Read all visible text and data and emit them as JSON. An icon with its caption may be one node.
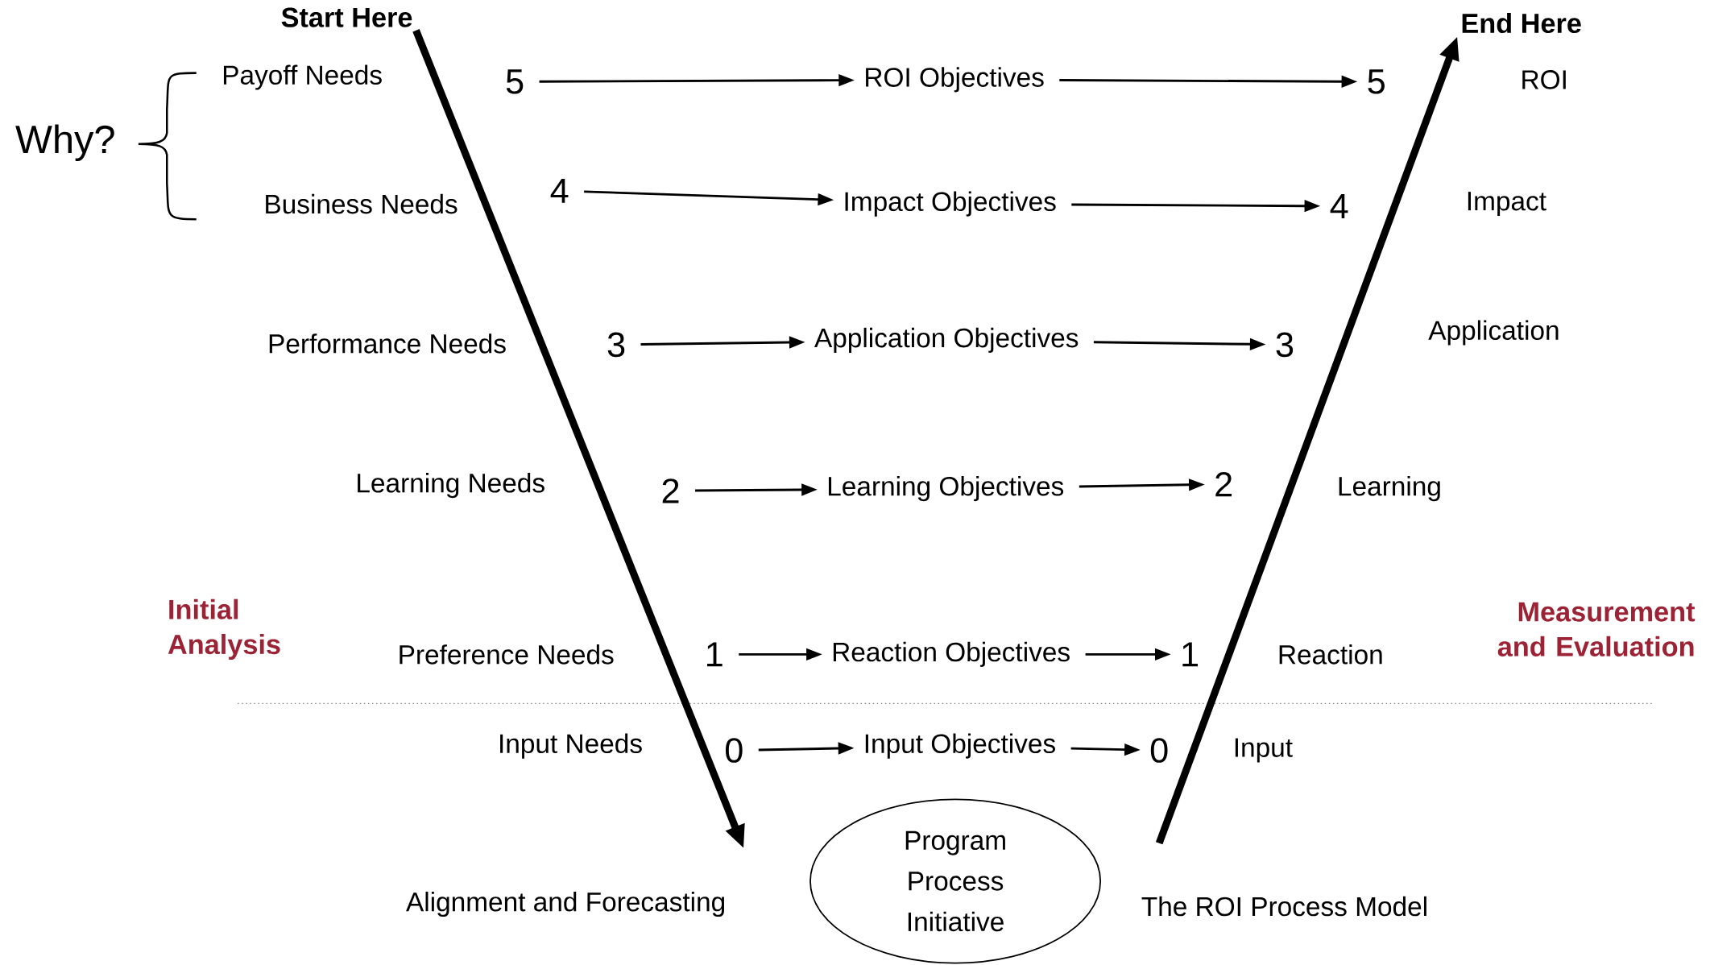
{
  "diagram": {
    "nodes": [
      {
        "text": [
          "Start Here"
        ]
      },
      {
        "text": [
          "End Here"
        ]
      },
      {
        "text": [
          "5"
        ]
      },
      {
        "text": [
          "ROI Objectives"
        ]
      },
      {
        "text": [
          "5"
        ]
      },
      {
        "text": [
          "4"
        ]
      },
      {
        "text": [
          "Impact Objectives"
        ]
      },
      {
        "text": [
          "4"
        ]
      },
      {
        "text": [
          "3"
        ]
      },
      {
        "text": [
          "Application Objectives"
        ]
      },
      {
        "text": [
          "3"
        ]
      },
      {
        "text": [
          "2"
        ]
      },
      {
        "text": [
          "Learning Objectives"
        ]
      },
      {
        "text": [
          "2"
        ]
      },
      {
        "text": [
          "1"
        ]
      },
      {
        "text": [
          "Reaction Objectives"
        ]
      },
      {
        "text": [
          "1"
        ]
      },
      {
        "text": [
          "0"
        ]
      },
      {
        "text": [
          "Input Objectives"
        ]
      },
      {
        "text": [
          "0"
        ]
      },
      {
        "text": [
          "Program Process Initiative"
        ]
      }
    ],
    "edges": [
      {
        "from": 2,
        "to": 3,
        "arrow": "to"
      },
      {
        "from": 3,
        "to": 4,
        "arrow": "to"
      },
      {
        "from": 5,
        "to": 6,
        "arrow": "to"
      },
      {
        "from": 6,
        "to": 7,
        "arrow": "to"
      },
      {
        "from": 8,
        "to": 9,
        "arrow": "to"
      },
      {
        "from": 9,
        "to": 10,
        "arrow": "to"
      },
      {
        "from": 11,
        "to": 12,
        "arrow": "to"
      },
      {
        "from": 12,
        "to": 13,
        "arrow": "to"
      },
      {
        "from": 14,
        "to": 15,
        "arrow": "to"
      },
      {
        "from": 15,
        "to": 16,
        "arrow": "to"
      },
      {
        "from": 17,
        "to": 18,
        "arrow": "to"
      },
      {
        "from": 18,
        "to": 19,
        "arrow": "to"
      },
      {
        "from": 0,
        "to": null,
        "arrow": "to",
        "style": "thick"
      },
      {
        "from": null,
        "to": 1,
        "arrow": "to",
        "style": "thick"
      }
    ],
    "labels": [
      "Why?",
      "Payoff Needs",
      "Business Needs",
      "Performance Needs",
      "Learning Needs",
      "Initial Analysis",
      "Preference Needs",
      "Input Needs",
      "Alignment and Forecasting",
      "ROI",
      "Impact",
      "Application",
      "Learning",
      "Measurement and Evaluation",
      "Reaction",
      "Input",
      "The ROI Process Model"
    ]
  }
}
